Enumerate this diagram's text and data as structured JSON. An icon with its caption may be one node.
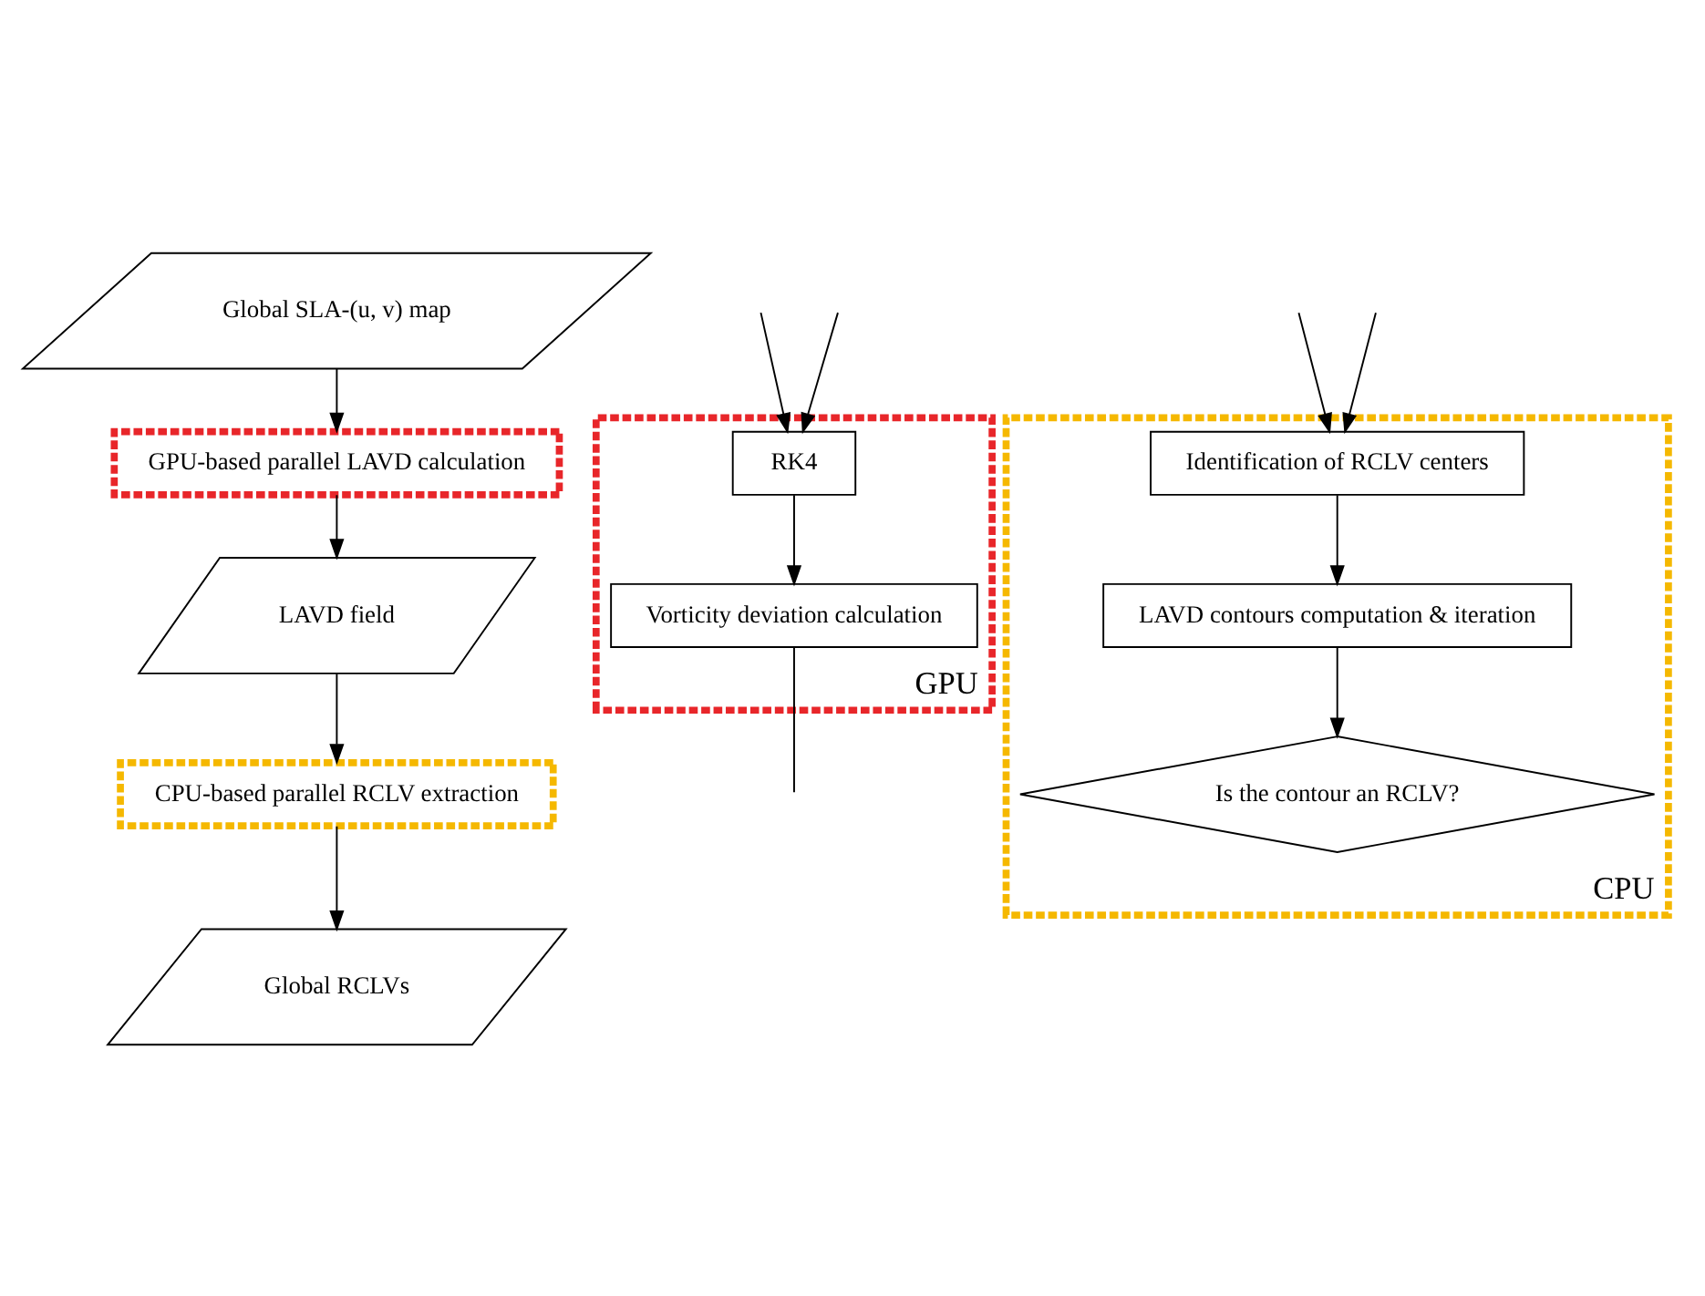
{
  "diagram": {
    "nodes": [
      {
        "text": [
          "Global SLA-(u, v) map"
        ]
      },
      {
        "text": [
          "GPU-based parallel LAVD calculation"
        ]
      },
      {
        "text": [
          "LAVD field"
        ]
      },
      {
        "text": [
          "CPU-based parallel RCLV extraction"
        ]
      },
      {
        "text": [
          "Global RCLVs"
        ]
      },
      {
        "text": [
          "GPU"
        ]
      },
      {
        "text": [
          "RK4"
        ],
        "in": 5
      },
      {
        "text": [
          "Vorticity deviation calculation"
        ],
        "in": 5
      },
      {
        "text": [
          "CPU"
        ]
      },
      {
        "text": [
          "Identification of RCLV centers"
        ],
        "in": 8
      },
      {
        "text": [
          "LAVD contours computation & iteration"
        ],
        "in": 8
      },
      {
        "text": [
          "Is the contour an RCLV?"
        ],
        "in": 8
      }
    ],
    "edges": [
      {
        "from": 0,
        "to": 1,
        "arrow": "to"
      },
      {
        "from": 1,
        "to": 2,
        "arrow": "to"
      },
      {
        "from": 2,
        "to": 3,
        "arrow": "to"
      },
      {
        "from": 3,
        "to": 4,
        "arrow": "to"
      },
      {
        "from": null,
        "to": 6,
        "arrow": "to"
      },
      {
        "from": null,
        "to": 6,
        "arrow": "to"
      },
      {
        "from": 6,
        "to": 7,
        "arrow": "to"
      },
      {
        "from": 7,
        "to": null,
        "arrow": "none"
      },
      {
        "from": null,
        "to": 9,
        "arrow": "to"
      },
      {
        "from": null,
        "to": 9,
        "arrow": "to"
      },
      {
        "from": 9,
        "to": 10,
        "arrow": "to"
      },
      {
        "from": 10,
        "to": 11,
        "arrow": "to"
      }
    ]
  }
}
